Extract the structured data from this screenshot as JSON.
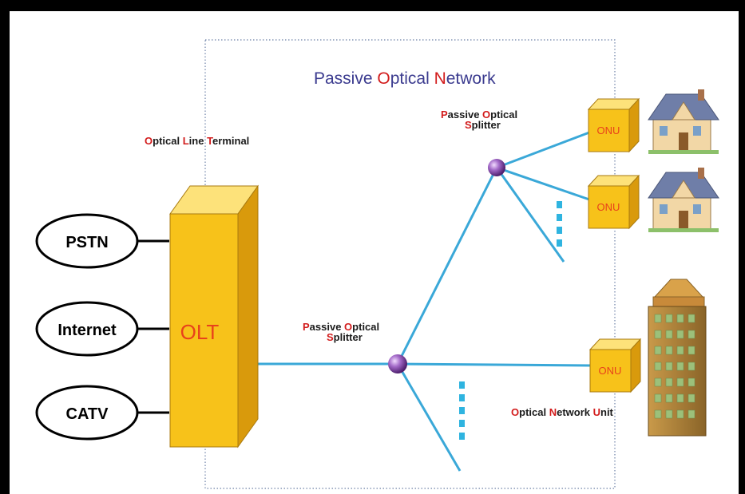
{
  "title": {
    "parts": [
      {
        "text": "Passive ",
        "hl": false
      },
      {
        "text": "O",
        "hl": true
      },
      {
        "text": "ptical ",
        "hl": false
      },
      {
        "text": "N",
        "hl": true
      },
      {
        "text": "etwork",
        "hl": false
      }
    ]
  },
  "olt_heading": {
    "parts": [
      {
        "text": "O",
        "hl": true
      },
      {
        "text": "ptical ",
        "hl": false
      },
      {
        "text": "L",
        "hl": true
      },
      {
        "text": "ine ",
        "hl": false
      },
      {
        "text": "T",
        "hl": true
      },
      {
        "text": "erminal",
        "hl": false
      }
    ]
  },
  "splitter_label_top": {
    "line1": [
      {
        "text": "P",
        "hl": true
      },
      {
        "text": "assive ",
        "hl": false
      },
      {
        "text": "O",
        "hl": true
      },
      {
        "text": "ptical",
        "hl": false
      }
    ],
    "line2": [
      {
        "text": "S",
        "hl": true
      },
      {
        "text": "plitter",
        "hl": false
      }
    ]
  },
  "splitter_label_mid": {
    "line1": [
      {
        "text": "P",
        "hl": true
      },
      {
        "text": "assive ",
        "hl": false
      },
      {
        "text": "O",
        "hl": true
      },
      {
        "text": "ptical",
        "hl": false
      }
    ],
    "line2": [
      {
        "text": "S",
        "hl": true
      },
      {
        "text": "plitter",
        "hl": false
      }
    ]
  },
  "onu_heading": {
    "parts": [
      {
        "text": "O",
        "hl": true
      },
      {
        "text": "ptical ",
        "hl": false
      },
      {
        "text": "N",
        "hl": true
      },
      {
        "text": "etwork ",
        "hl": false
      },
      {
        "text": "U",
        "hl": true
      },
      {
        "text": "nit",
        "hl": false
      }
    ]
  },
  "sources": [
    "PSTN",
    "Internet",
    "CATV"
  ],
  "olt_label": "OLT",
  "onu_label": "ONU",
  "colors": {
    "fiber": "#3aa8d8",
    "box_front": "#f7c21a",
    "box_side": "#d99a0c",
    "box_top": "#fde27a",
    "highlight": "#d21c1c",
    "title_text": "#3b3b8f",
    "olt_text": "#e8421b",
    "splitter": "#7a3a9c",
    "boundary": "#6e82a8"
  },
  "icons": [
    "house-icon",
    "house-icon",
    "office-building-icon"
  ]
}
